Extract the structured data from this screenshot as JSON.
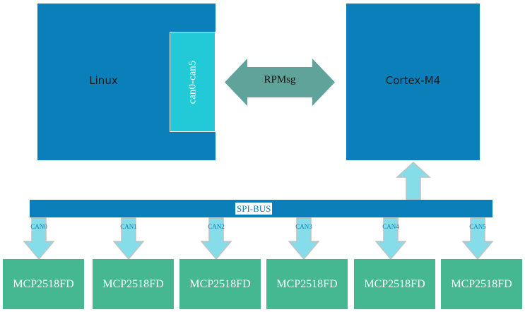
{
  "linux": {
    "label": "Linux",
    "port_label": "can0-can5"
  },
  "cortex": {
    "label": "Cortex-M4"
  },
  "link": {
    "label": "RPMsg"
  },
  "bus": {
    "label": "SPI-BUS"
  },
  "channels": [
    {
      "can": "CAN0",
      "device": "MCP2518FD"
    },
    {
      "can": "CAN1",
      "device": "MCP2518FD"
    },
    {
      "can": "CAN2",
      "device": "MCP2518FD"
    },
    {
      "can": "CAN3",
      "device": "MCP2518FD"
    },
    {
      "can": "CAN4",
      "device": "MCP2518FD"
    },
    {
      "can": "CAN5",
      "device": "MCP2518FD"
    }
  ],
  "colors": {
    "processor_blue": "#0a7fba",
    "port_cyan": "#22c9d6",
    "rpmsg_arrow": "#5fa39b",
    "can_arrow_fill": "#84dde8",
    "can_arrow_stroke": "#c2c2c2",
    "device_green": "#45b791"
  }
}
